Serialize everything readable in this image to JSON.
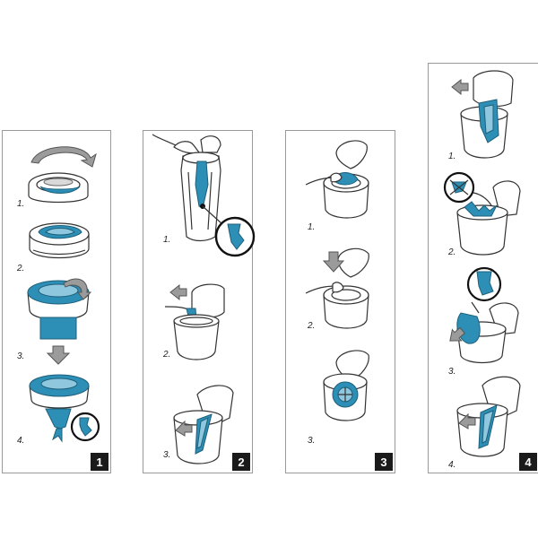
{
  "panels": [
    {
      "number": "1",
      "steps": [
        "1.",
        "2.",
        "3.",
        "4."
      ]
    },
    {
      "number": "2",
      "steps": [
        "1.",
        "2.",
        "3."
      ]
    },
    {
      "number": "3",
      "steps": [
        "1.",
        "2.",
        "3."
      ]
    },
    {
      "number": "4",
      "steps": [
        "1.",
        "2.",
        "3.",
        "4."
      ]
    }
  ],
  "colors": {
    "accent": "#2d8fb5",
    "outline": "#333333",
    "arrow": "#9b9b9b",
    "badge": "#1a1a1a"
  }
}
